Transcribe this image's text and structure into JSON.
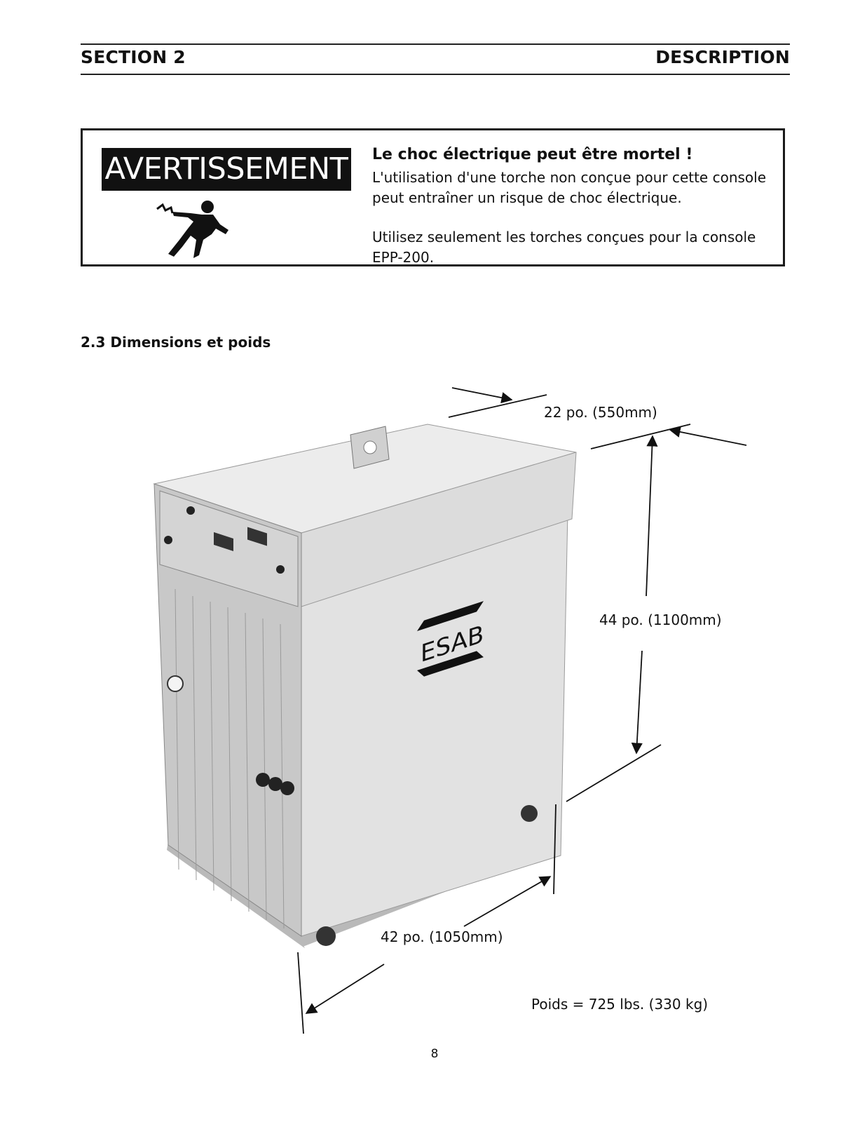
{
  "header": {
    "section": "SECTION 2",
    "title": "DESCRIPTION"
  },
  "warning": {
    "badge": "AVERTISSEMENT",
    "icon": "electric-shock-icon",
    "title": "Le choc électrique peut être mortel !",
    "paragraphs": [
      "L'utilisation d'une torche non conçue pour cette console peut entraîner un risque de choc électrique.",
      "Utilisez seulement les torches conçues pour la console EPP-200."
    ]
  },
  "section": {
    "title": "2.3 Dimensions et poids"
  },
  "figure": {
    "brand": "ESAB",
    "dimensions": {
      "width": "22 po. (550mm)",
      "height": "44 po. (1100mm)",
      "depth": "42 po. (1050mm)"
    },
    "weight": "Poids = 725 lbs. (330 kg)"
  },
  "footer": {
    "page_number": "8"
  }
}
